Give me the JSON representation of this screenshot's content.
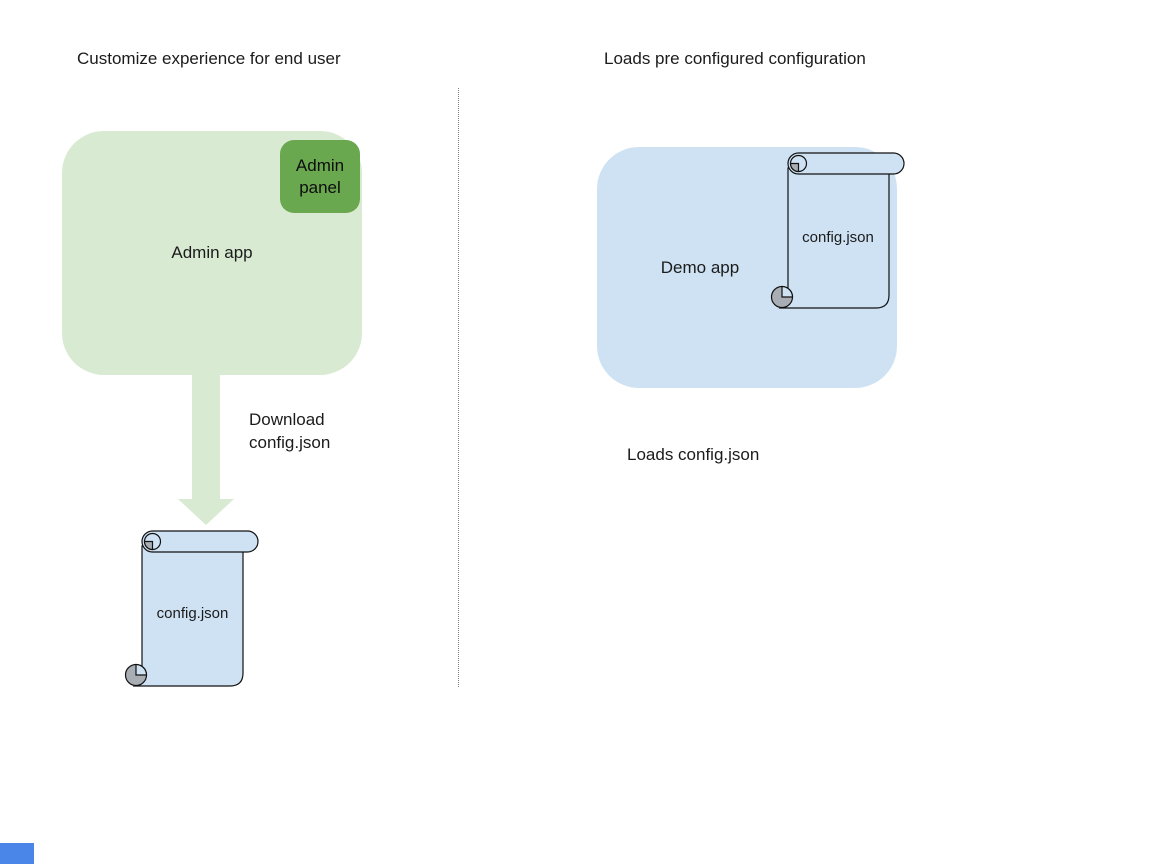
{
  "left": {
    "title": "Customize experience for end user",
    "admin_app_label": "Admin app",
    "admin_panel_label": "Admin panel",
    "download_label": "Download config.json",
    "scroll_label": "config.json"
  },
  "right": {
    "title": "Loads pre configured configuration",
    "demo_app_label": "Demo app",
    "scroll_label": "config.json",
    "loads_label": "Loads config.json"
  },
  "colors": {
    "light_green": "#d9ead3",
    "dark_green": "#6aa84f",
    "light_blue": "#cfe2f3",
    "curl_gray": "#a8aeb4",
    "stroke": "#111111",
    "divider": "#808080",
    "corner_blue": "#4a86e8",
    "text": "#1b1b1b"
  }
}
